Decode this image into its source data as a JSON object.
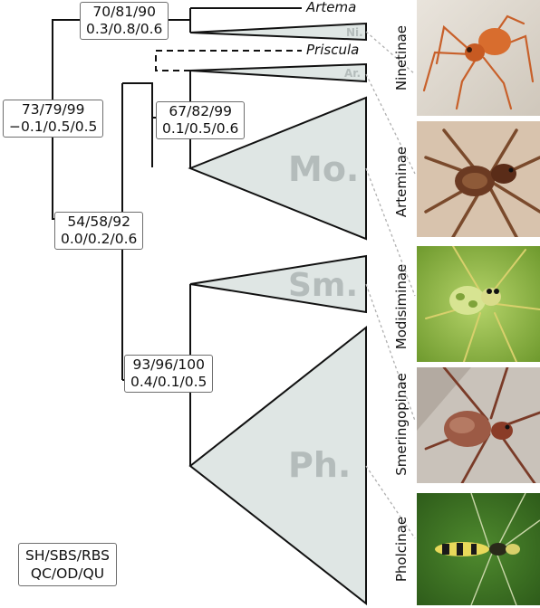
{
  "clades": {
    "ninetinae_abbr": "Ni.",
    "arteminae_abbr": "Ar.",
    "modisiminae_abbr": "Mo.",
    "smeringopinae_abbr": "Sm.",
    "pholcinae_abbr": "Ph."
  },
  "taxa": {
    "artema": "Artema",
    "priscula": "Priscula"
  },
  "nodes": {
    "n1": {
      "line1": "70/81/90",
      "line2": "0.3/0.8/0.6"
    },
    "n2": {
      "line1": "73/79/99",
      "line2": "−0.1/0.5/0.5"
    },
    "n3": {
      "line1": "67/82/99",
      "line2": "0.1/0.5/0.6"
    },
    "n4": {
      "line1": "54/58/92",
      "line2": "0.0/0.2/0.6"
    },
    "n5": {
      "line1": "93/96/100",
      "line2": "0.4/0.1/0.5"
    }
  },
  "legend": {
    "line1": "SH/SBS/RBS",
    "line2": "QC/OD/QU"
  },
  "subfamilies": [
    "Ninetinae",
    "Arteminae",
    "Modisiminae",
    "Smeringopinae",
    "Pholcinae"
  ],
  "colors": {
    "clade_fill": "#dfe6e4",
    "clade_label": "#b4bcbb",
    "line": "#111111",
    "connector": "#b0b0b0"
  }
}
